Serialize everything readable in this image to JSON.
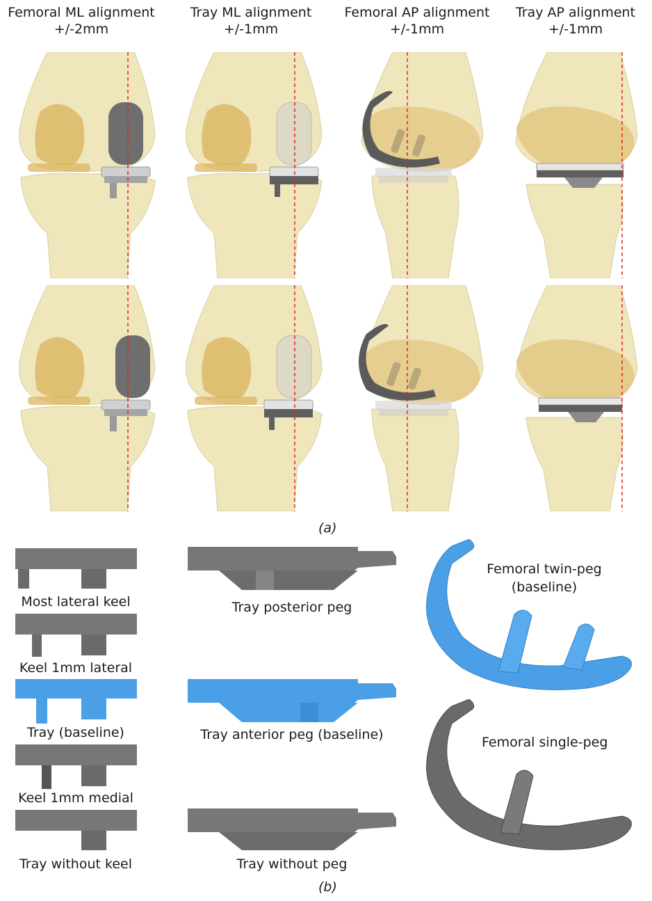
{
  "panel_a": {
    "label": "a",
    "columns": [
      {
        "title": "Femoral ML alignment",
        "tolerance": "+/-2mm"
      },
      {
        "title": "Tray ML alignment",
        "tolerance": "+/-1mm"
      },
      {
        "title": "Femoral AP alignment",
        "tolerance": "+/-1mm"
      },
      {
        "title": "Tray AP alignment",
        "tolerance": "+/-1mm"
      }
    ]
  },
  "panel_b": {
    "label": "b",
    "tray_keel_variants": [
      "Most lateral keel",
      "Keel 1mm lateral",
      "Tray (baseline)",
      "Keel 1mm medial",
      "Tray without keel"
    ],
    "tray_peg_variants": [
      "Tray posterior peg",
      "Tray anterior peg (baseline)",
      "Tray without peg"
    ],
    "femoral_variants": [
      {
        "line1": "Femoral twin-peg",
        "line2": "(baseline)"
      },
      {
        "line1": "Femoral single-peg",
        "line2": ""
      }
    ]
  },
  "colors": {
    "bone": "#efe6bc",
    "cartilage": "#d9b25a",
    "implant_grey": "#6e6e6e",
    "baseline_blue": "#4a9fe6",
    "alignment_line": "#e02020"
  }
}
